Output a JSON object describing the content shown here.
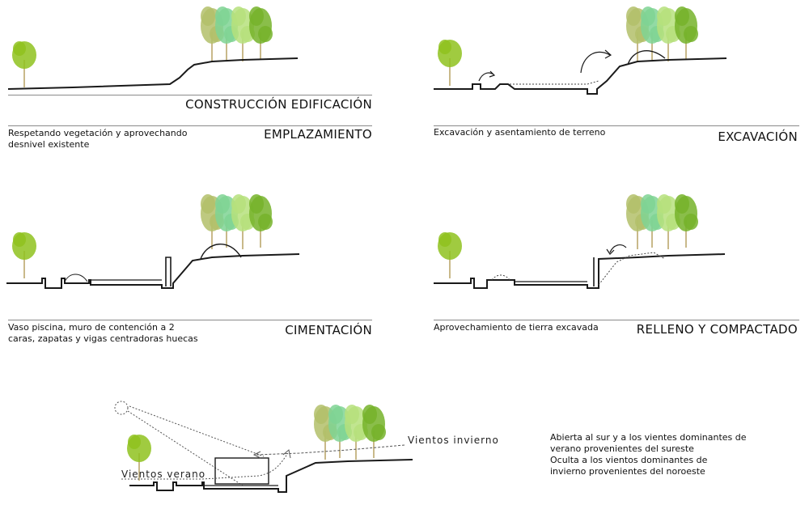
{
  "header": {
    "title": "CONSTRUCCIÓN EDIFICACIÓN"
  },
  "stages": [
    {
      "title": "EMPLAZAMIENTO",
      "description": [
        "Respetando vegetación y aprovechando",
        "desnivel existente"
      ]
    },
    {
      "title": "EXCAVACIÓN",
      "description": [
        "Excavación y asentamiento de terreno"
      ]
    },
    {
      "title": "CIMENTACIÓN",
      "description": [
        "Vaso piscina, muro de contención a 2",
        "caras, zapatas y vigas centradoras huecas"
      ]
    },
    {
      "title": "RELLENO Y COMPACTADO",
      "description": [
        "Aprovechamiento de tierra excavada"
      ]
    }
  ],
  "climate": {
    "summer_wind": "Vientos  verano",
    "winter_wind": "Vientos  invierno",
    "notes": [
      "Abierta al sur y a los vientes dominantes de",
      "verano provenientes del sureste",
      "Oculta a los vientos dominantes de",
      "invierno provenientes del noroeste"
    ]
  },
  "colors": {
    "tree_lime": "#8fc21e",
    "tree_olive": "#b3bf6a",
    "tree_mint": "#7fd494",
    "tree_pale": "#b6e07c",
    "tree_green": "#76b32a",
    "line": "#1a1a1a"
  }
}
